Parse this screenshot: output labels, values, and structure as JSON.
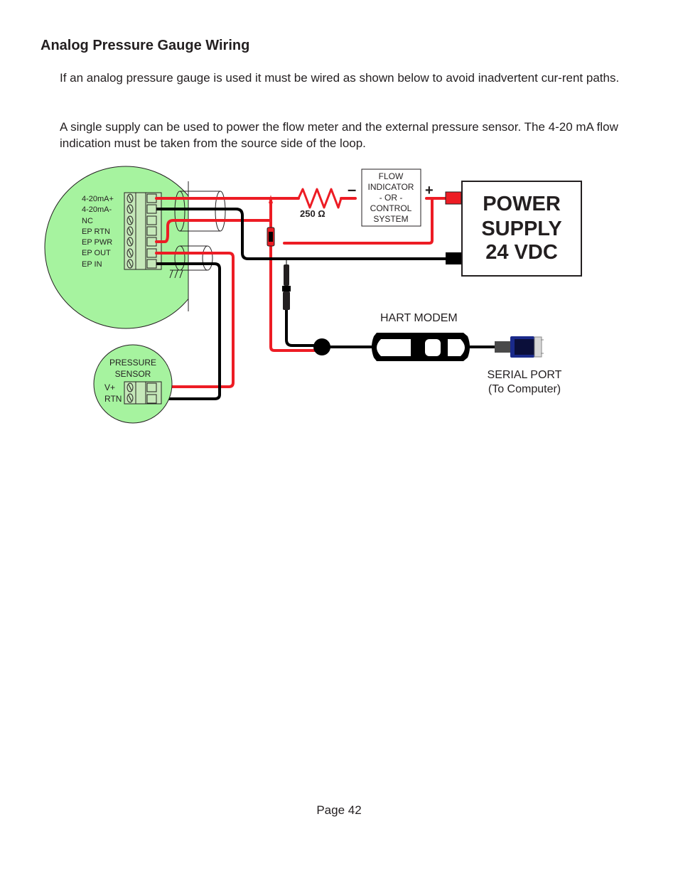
{
  "heading": "Analog Pressure Gauge Wiring",
  "paragraphs": [
    "If an analog pressure gauge is used it must be wired as shown below to avoid inadvertent cur-rent paths.",
    "A single supply can be used to power the flow meter and the external pressure sensor. The 4-20 mA flow indication must be taken from the source side of the loop."
  ],
  "diagram": {
    "meter_terminals": [
      "4-20mA+",
      "4-20mA-",
      "NC",
      "EP RTN",
      "EP PWR",
      "EP OUT",
      "EP IN"
    ],
    "sensor": {
      "title_line1": "PRESSURE",
      "title_line2": "SENSOR",
      "terminals": [
        "V+",
        "RTN"
      ]
    },
    "resistor_label": "250 Ω",
    "flow_indicator": [
      "FLOW",
      "INDICATOR",
      "- OR -",
      "CONTROL",
      "SYSTEM"
    ],
    "minus_sign": "–",
    "plus_sign": "+",
    "power_supply": [
      "POWER",
      "SUPPLY",
      "24 VDC"
    ],
    "hart_modem_label": "HART MODEM",
    "serial_port_line1": "SERIAL PORT",
    "serial_port_line2": "(To Computer)",
    "colors": {
      "meter_fill": "#a6f39f",
      "wire_red": "#ed1c24",
      "wire_black": "#000000",
      "terminal_block": "#c5e8b9"
    }
  },
  "footer": "Page 42"
}
